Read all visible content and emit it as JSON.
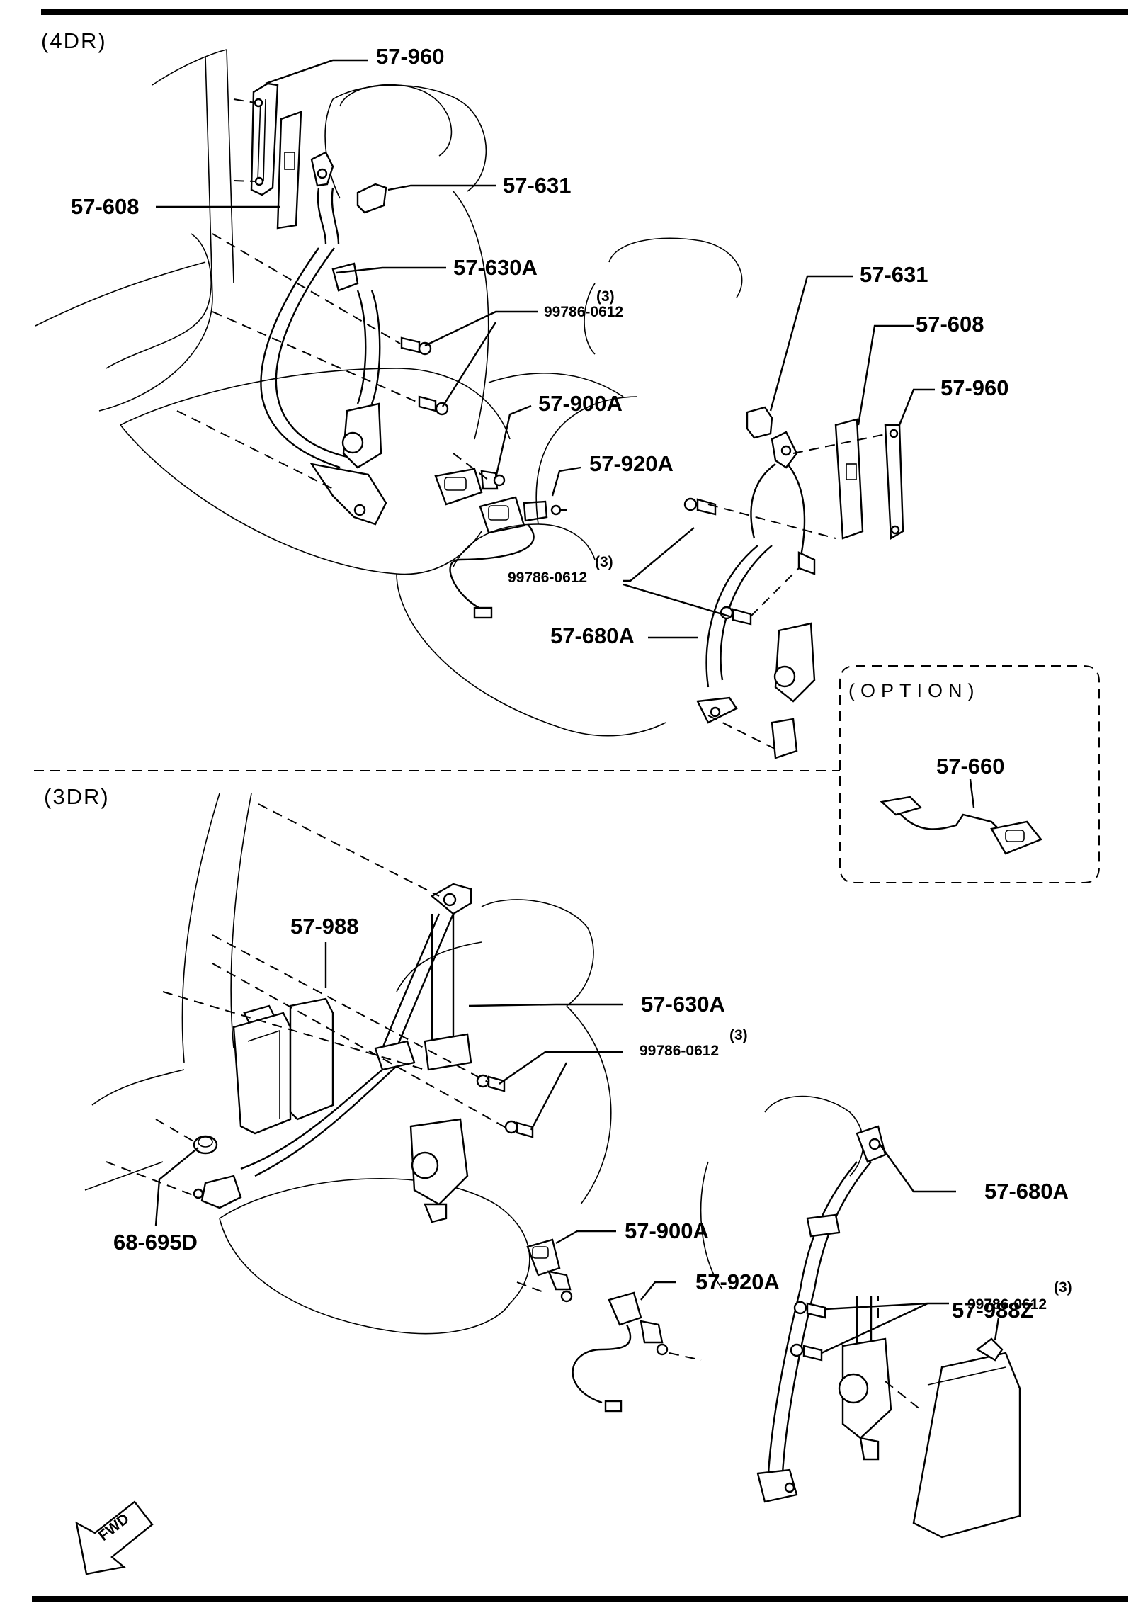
{
  "sections": {
    "four_door": "(4DR)",
    "three_door": "(3DR)",
    "option": "(OPTION)"
  },
  "direction_marker": "FWD",
  "labels_4dr": {
    "l1": "57-960",
    "l2": "57-608",
    "l3": "57-631",
    "l4": "57-630A",
    "l5_qty": "(3)",
    "l5": "99786-0612",
    "l6": "57-900A",
    "l7": "57-920A",
    "l8": "57-631",
    "l9": "57-608",
    "l10": "57-960",
    "l11_qty": "(3)",
    "l11": "99786-0612",
    "l12": "57-680A"
  },
  "labels_option": {
    "l1": "57-660"
  },
  "labels_3dr": {
    "l1": "57-988",
    "l2": "57-630A",
    "l3_qty": "(3)",
    "l3": "99786-0612",
    "l4": "68-695D",
    "l5": "57-900A",
    "l6": "57-920A",
    "l7": "57-680A",
    "l8_qty": "(3)",
    "l8": "99786-0612",
    "l9": "57-988Z"
  }
}
